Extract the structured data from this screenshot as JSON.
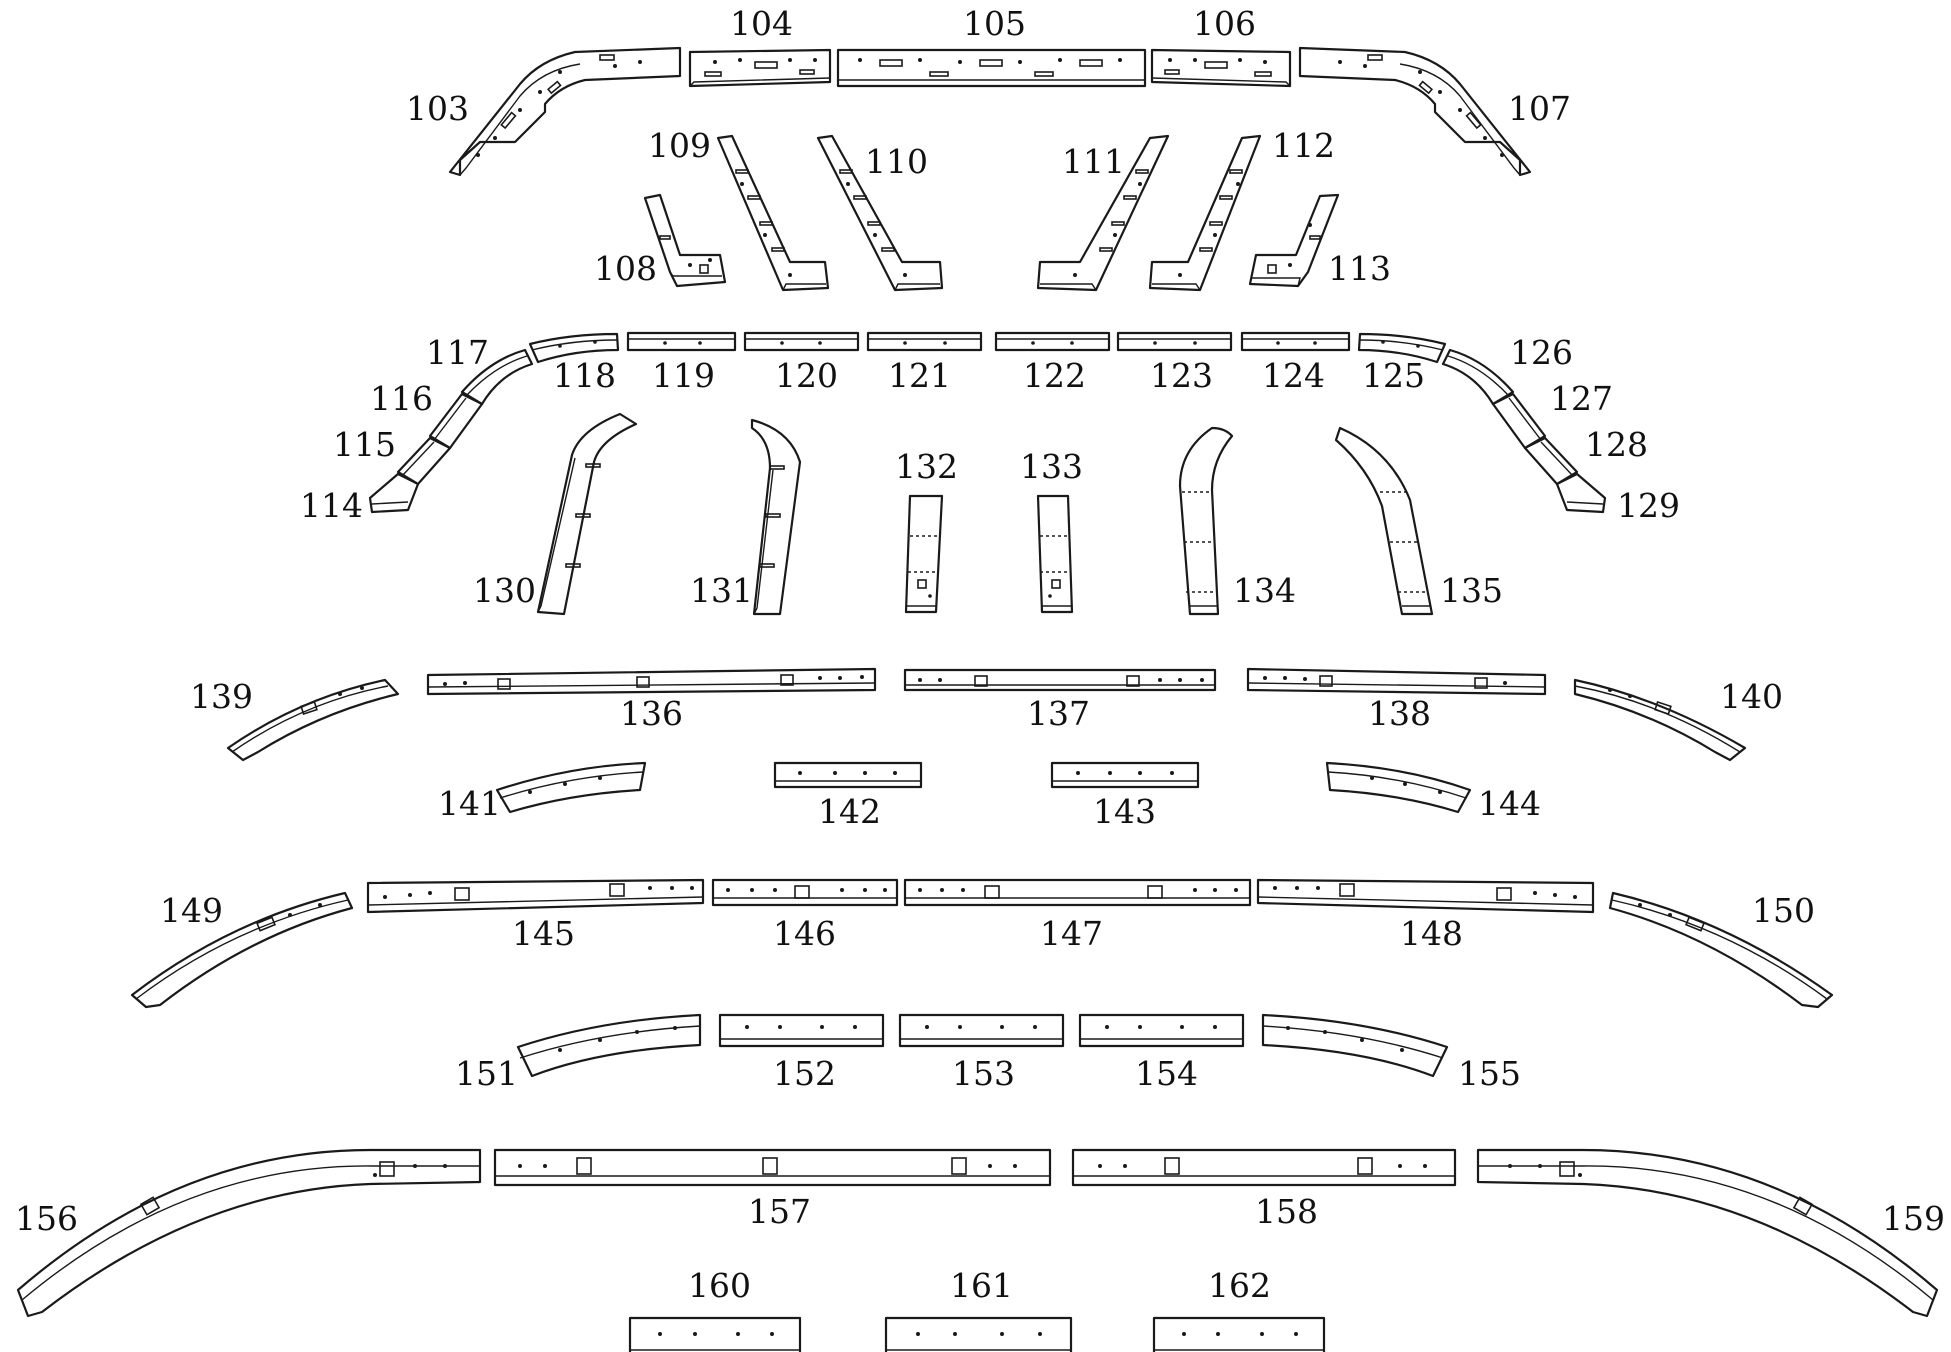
{
  "colors": {
    "line": "#1a1a1a",
    "background": "#ffffff",
    "text": "#111111"
  },
  "labels": {
    "p103": "103",
    "p104": "104",
    "p105": "105",
    "p106": "106",
    "p107": "107",
    "p108": "108",
    "p109": "109",
    "p110": "110",
    "p111": "111",
    "p112": "112",
    "p113": "113",
    "p114": "114",
    "p115": "115",
    "p116": "116",
    "p117": "117",
    "p118": "118",
    "p119": "119",
    "p120": "120",
    "p121": "121",
    "p122": "122",
    "p123": "123",
    "p124": "124",
    "p125": "125",
    "p126": "126",
    "p127": "127",
    "p128": "128",
    "p129": "129",
    "p130": "130",
    "p131": "131",
    "p132": "132",
    "p133": "133",
    "p134": "134",
    "p135": "135",
    "p136": "136",
    "p137": "137",
    "p138": "138",
    "p139": "139",
    "p140": "140",
    "p141": "141",
    "p142": "142",
    "p143": "143",
    "p144": "144",
    "p145": "145",
    "p146": "146",
    "p147": "147",
    "p148": "148",
    "p149": "149",
    "p150": "150",
    "p151": "151",
    "p152": "152",
    "p153": "153",
    "p154": "154",
    "p155": "155",
    "p156": "156",
    "p157": "157",
    "p158": "158",
    "p159": "159",
    "p160": "160",
    "p161": "161",
    "p162": "162"
  }
}
